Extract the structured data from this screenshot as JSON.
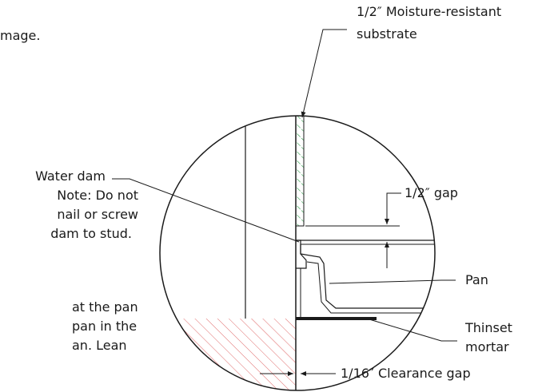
{
  "bg_text": {
    "top_fragment": "mage.",
    "bottom_line_1": "at the pan",
    "bottom_line_2": "pan in the",
    "bottom_line_3": "an.  Lean"
  },
  "labels": {
    "substrate_line_1": "1/2″ Moisture-resistant",
    "substrate_line_2": "substrate",
    "water_dam_line_1": "Water dam",
    "water_dam_line_2": "Note: Do not",
    "water_dam_line_3": "nail or screw",
    "water_dam_line_4": "dam to stud.",
    "half_gap": "1/2″ gap",
    "pan": "Pan",
    "thinset_line_1": "Thinset",
    "thinset_line_2": "mortar",
    "clearance_gap": "1/16″ Clearance gap"
  },
  "colors": {
    "line": "#1a1a1a",
    "substrate_hatch": "#2e9e4a",
    "floor_hatch": "#e06a6a"
  }
}
